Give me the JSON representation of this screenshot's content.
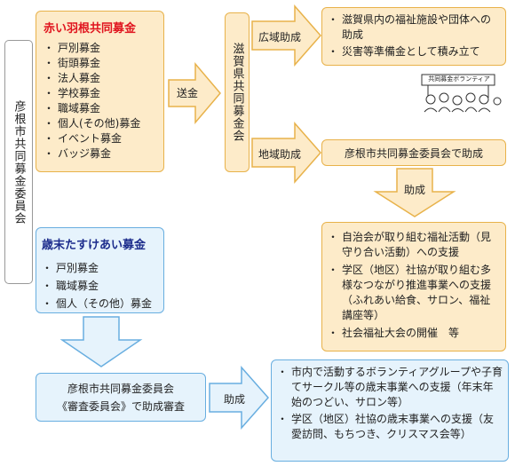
{
  "committee_left": "彦根市共同募金委員会",
  "red_feather": {
    "title": "赤い羽根共同募金",
    "items": [
      "戸別募金",
      "街頭募金",
      "法人募金",
      "学校募金",
      "職域募金",
      "個人(その他)募金",
      "イベント募金",
      "バッジ募金"
    ]
  },
  "send_label": "送金",
  "shiga_committee": "滋賀県共同募金会",
  "wide_area_label": "広域助成",
  "wide_area_items": [
    "滋賀県内の福祉施設や団体への助成",
    "災害等準備金として積み立て"
  ],
  "local_label": "地域助成",
  "local_target": "彦根市共同募金委員会で助成",
  "grant_label_1": "助成",
  "local_uses": [
    "自治会が取り組む福祉活動（見守り合い活動）への支援",
    "学区（地区）社協が取り組む多様なつながり推進事業への支援（ふれあい給食、サロン、福祉講座等）",
    "社会福祉大会の開催　等"
  ],
  "yearend": {
    "title": "歳末たすけあい募金",
    "items": [
      "戸別募金",
      "職域募金",
      "個人（その他）募金"
    ]
  },
  "review": {
    "line1": "彦根市共同募金委員会",
    "line2": "《審査委員会》で助成審査"
  },
  "grant_label_2": "助成",
  "yearend_uses": [
    "市内で活動するボランティアグループや子育てサークル等の歳末事業への支援（年末年始のつどい、サロン等）",
    "学区（地区）社協の歳末事業への支援（友愛訪問、もちつき、クリスマス会等）"
  ],
  "illustration_sign": "共同募金ボランティア",
  "colors": {
    "orange_fill": "#fdebc9",
    "orange_border": "#e8b24a",
    "blue_fill": "#e6f3fc",
    "blue_border": "#68aee0",
    "red": "#e0141e",
    "navy": "#1c2c8c"
  }
}
